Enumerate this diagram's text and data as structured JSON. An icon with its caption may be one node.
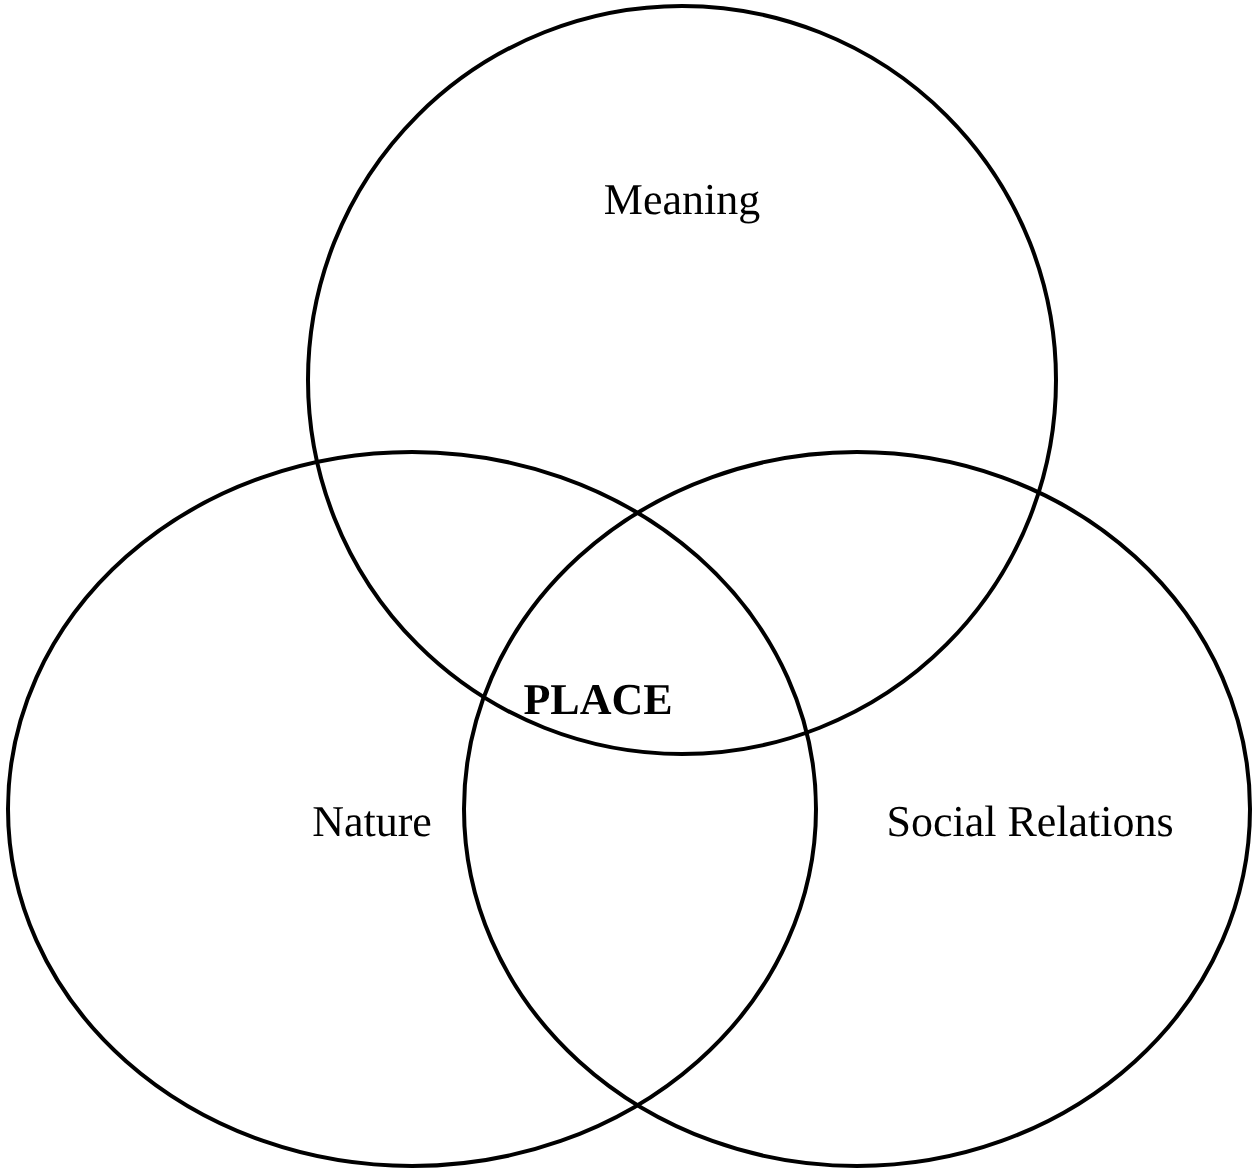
{
  "diagram": {
    "nodes": [
      {
        "text": [
          "Meaning"
        ]
      },
      {
        "text": [
          "Nature"
        ]
      },
      {
        "text": [
          "Social Relations"
        ]
      }
    ],
    "labels": [
      "PLACE"
    ]
  }
}
